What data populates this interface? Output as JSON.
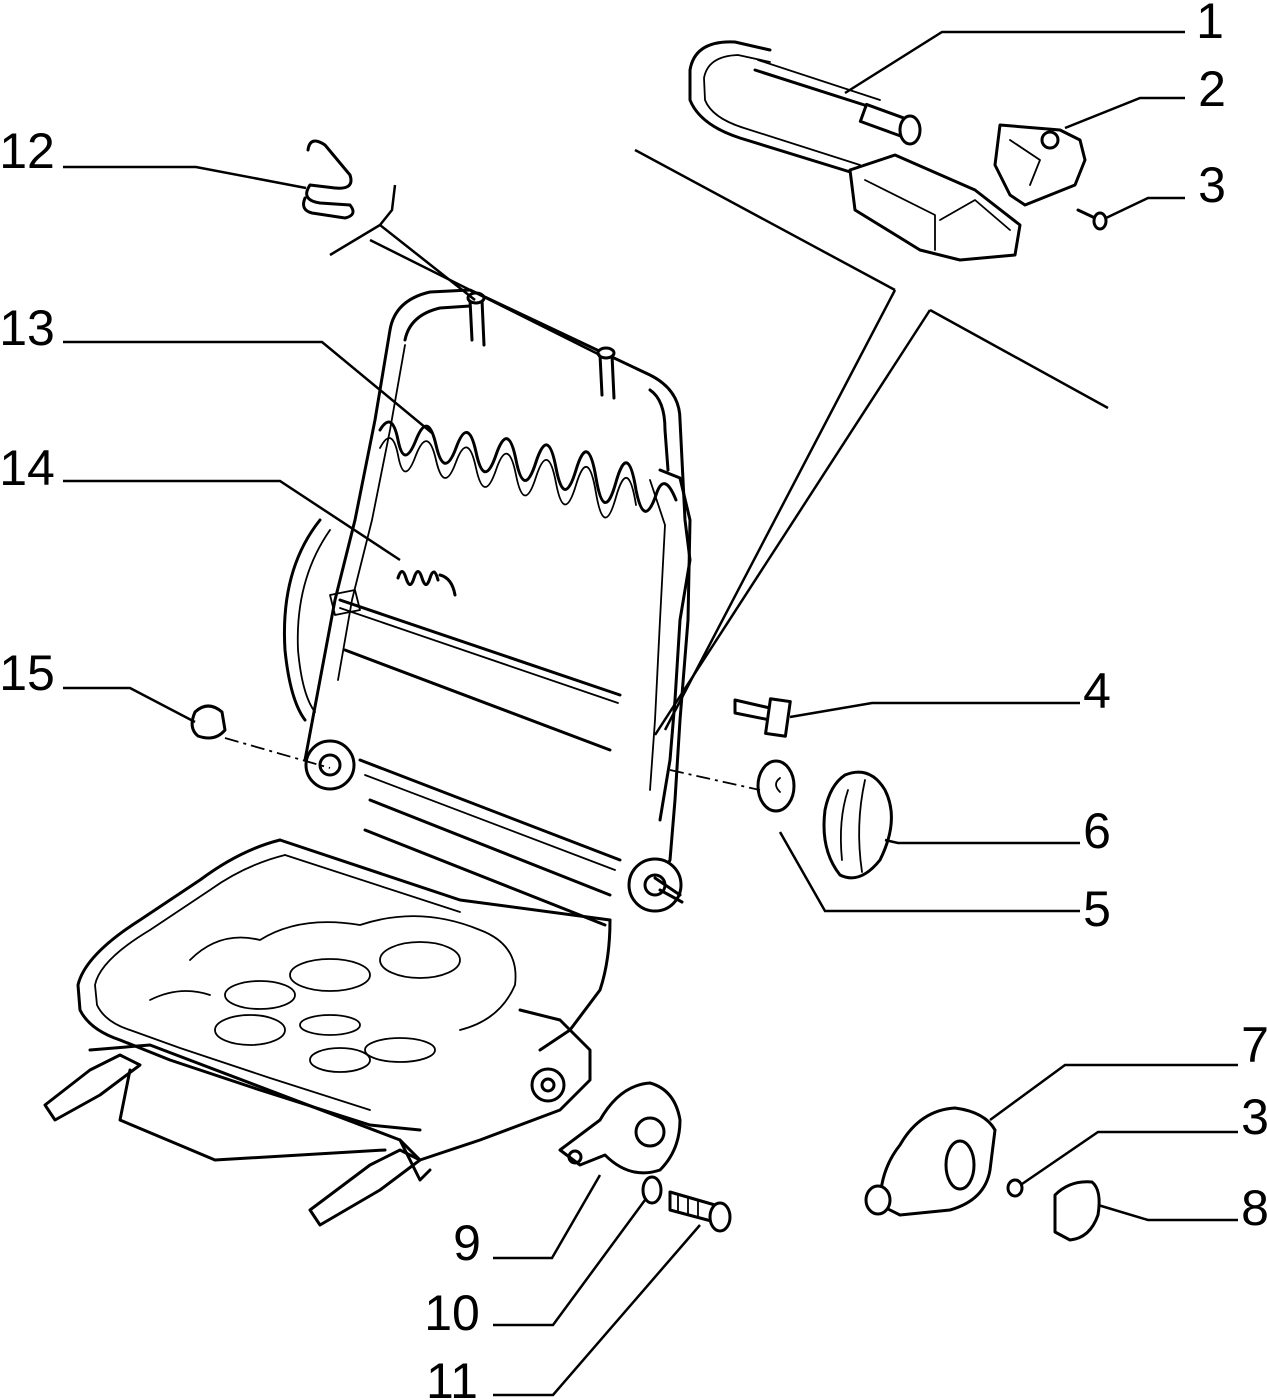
{
  "diagram": {
    "callouts": [
      {
        "id": "c1",
        "label": "1"
      },
      {
        "id": "c2",
        "label": "2"
      },
      {
        "id": "c3a",
        "label": "3"
      },
      {
        "id": "c4",
        "label": "4"
      },
      {
        "id": "c5",
        "label": "5"
      },
      {
        "id": "c6",
        "label": "6"
      },
      {
        "id": "c7",
        "label": "7"
      },
      {
        "id": "c3b",
        "label": "3"
      },
      {
        "id": "c8",
        "label": "8"
      },
      {
        "id": "c9",
        "label": "9"
      },
      {
        "id": "c10",
        "label": "10"
      },
      {
        "id": "c11",
        "label": "11"
      },
      {
        "id": "c12",
        "label": "12"
      },
      {
        "id": "c13",
        "label": "13"
      },
      {
        "id": "c14",
        "label": "14"
      },
      {
        "id": "c15",
        "label": "15"
      }
    ]
  }
}
